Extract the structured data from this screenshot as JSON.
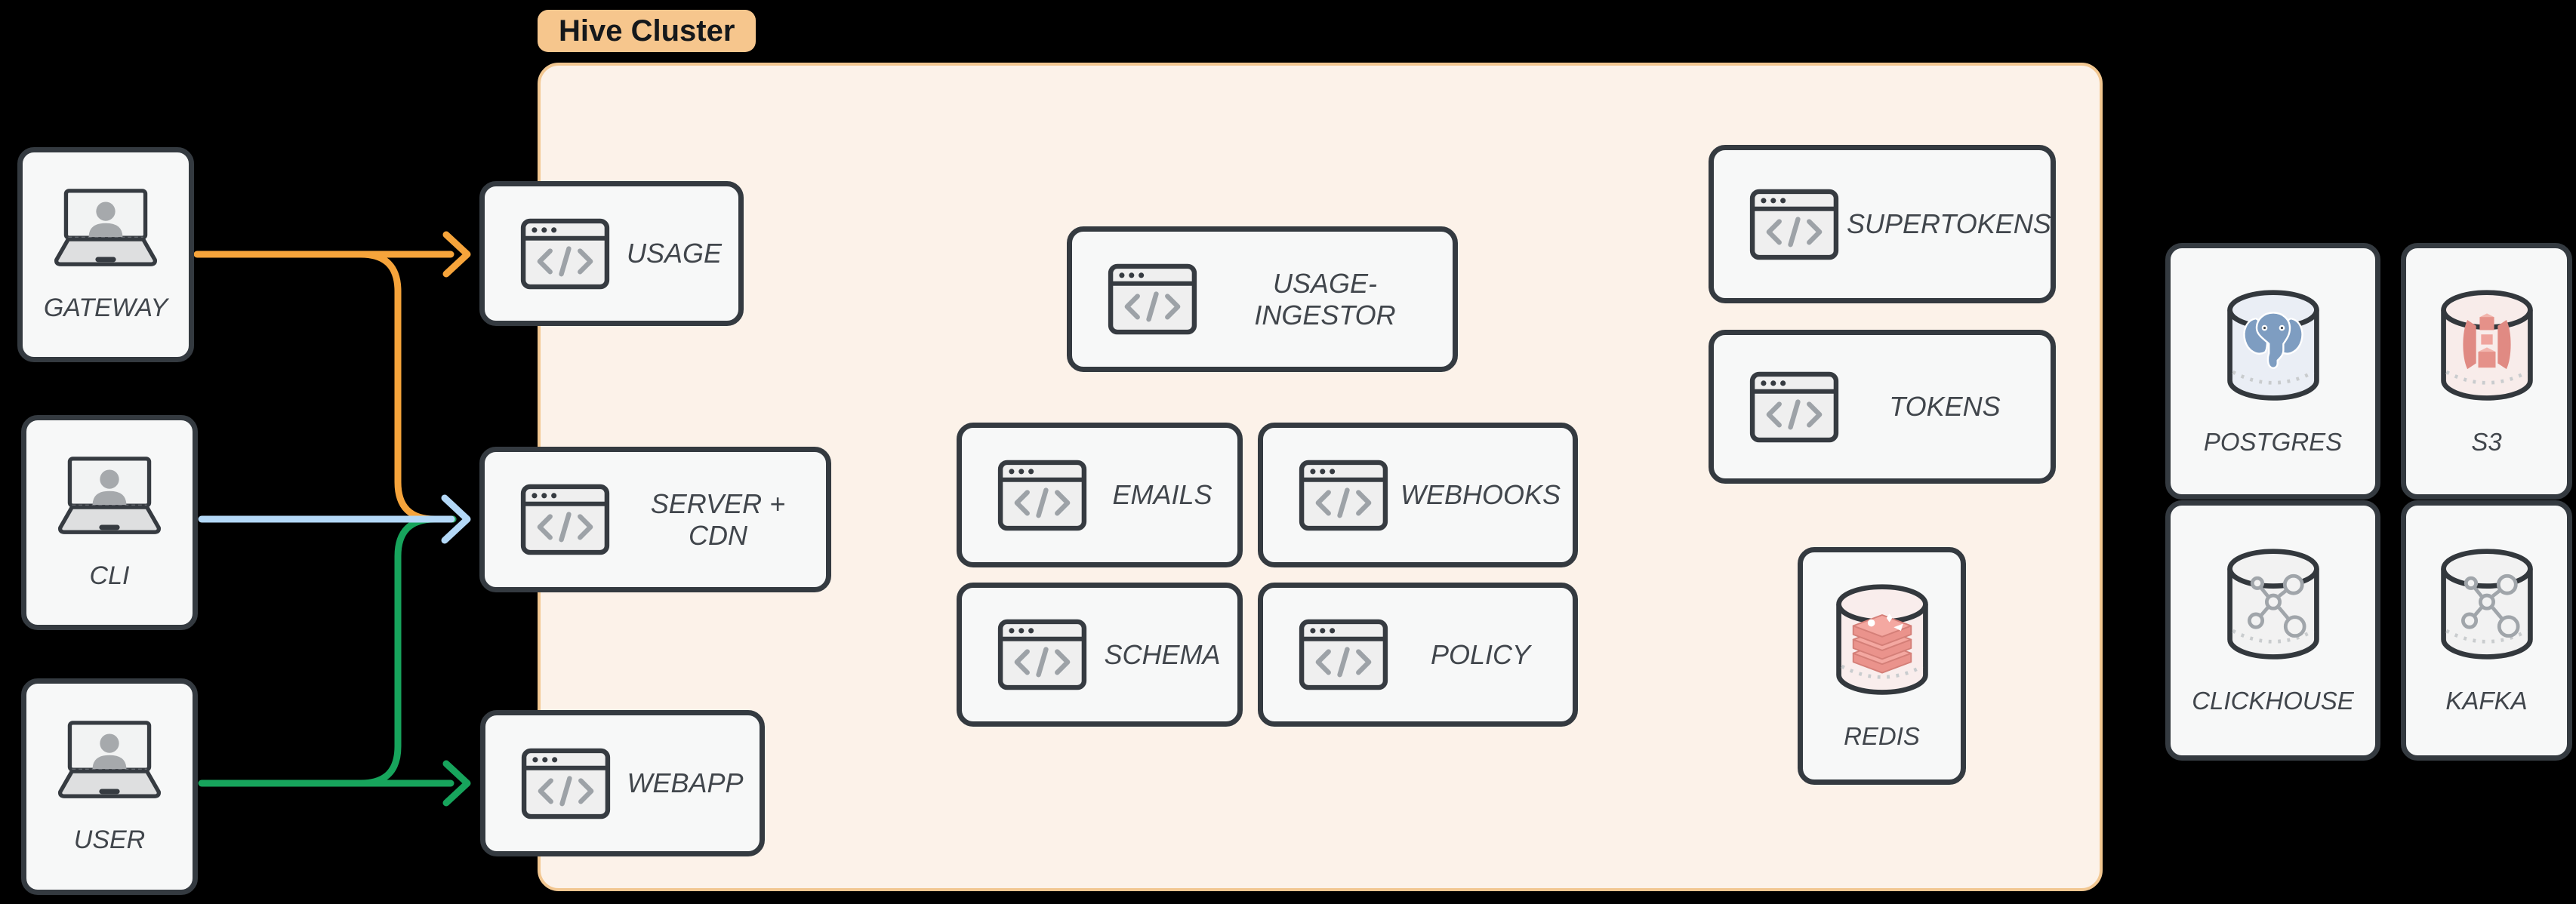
{
  "cluster": {
    "label": "Hive Cluster"
  },
  "nodes": {
    "gateway": {
      "label": "GATEWAY",
      "icon": "laptop-user-icon",
      "group": "client"
    },
    "cli": {
      "label": "CLI",
      "icon": "laptop-user-icon",
      "group": "client"
    },
    "user": {
      "label": "USER",
      "icon": "laptop-user-icon",
      "group": "client"
    },
    "usage": {
      "label": "USAGE",
      "icon": "browser-code-icon",
      "group": "hive-cluster"
    },
    "server_cdn": {
      "label": "SERVER + CDN",
      "icon": "browser-code-icon",
      "group": "hive-cluster"
    },
    "webapp": {
      "label": "WEBAPP",
      "icon": "browser-code-icon",
      "group": "hive-cluster"
    },
    "usage_ingestor": {
      "label": "USAGE-INGESTOR",
      "icon": "browser-code-icon",
      "group": "hive-cluster"
    },
    "emails": {
      "label": "EMAILS",
      "icon": "browser-code-icon",
      "group": "hive-cluster"
    },
    "webhooks": {
      "label": "WEBHOOKS",
      "icon": "browser-code-icon",
      "group": "hive-cluster"
    },
    "schema": {
      "label": "SCHEMA",
      "icon": "browser-code-icon",
      "group": "hive-cluster"
    },
    "policy": {
      "label": "POLICY",
      "icon": "browser-code-icon",
      "group": "hive-cluster"
    },
    "supertokens": {
      "label": "SUPERTOKENS",
      "icon": "browser-code-icon",
      "group": "hive-cluster"
    },
    "tokens": {
      "label": "TOKENS",
      "icon": "browser-code-icon",
      "group": "hive-cluster"
    },
    "redis": {
      "label": "REDIS",
      "icon": "redis-database-icon",
      "group": "hive-cluster"
    },
    "postgres": {
      "label": "POSTGRES",
      "icon": "postgres-database-icon",
      "group": "external-datastore"
    },
    "s3": {
      "label": "S3",
      "icon": "s3-database-icon",
      "group": "external-datastore"
    },
    "clickhouse": {
      "label": "CLICKHOUSE",
      "icon": "clickhouse-database-icon",
      "group": "external-datastore"
    },
    "kafka": {
      "label": "KAFKA",
      "icon": "kafka-database-icon",
      "group": "external-datastore"
    }
  },
  "edges": [
    {
      "from": "GATEWAY",
      "to": "USAGE",
      "color": "#F6A43B"
    },
    {
      "from": "GATEWAY",
      "to": "SERVER + CDN",
      "color": "#F6A43B"
    },
    {
      "from": "CLI",
      "to": "SERVER + CDN",
      "color": "#B3D8F7"
    },
    {
      "from": "USER",
      "to": "SERVER + CDN",
      "color": "#17A45C"
    },
    {
      "from": "USER",
      "to": "WEBAPP",
      "color": "#17A45C"
    }
  ],
  "colors": {
    "background": "#000000",
    "edge_orange": "#F6A43B",
    "edge_blue": "#B3D8F7",
    "edge_green": "#17A45C",
    "cluster_fill": "#FCF2E9",
    "cluster_border": "#F2C791",
    "badge_fill": "#F6C68D",
    "badge_text": "#15181B",
    "node_fill": "#F7F8F8",
    "node_border": "#343A40",
    "label_text": "#41464C"
  }
}
